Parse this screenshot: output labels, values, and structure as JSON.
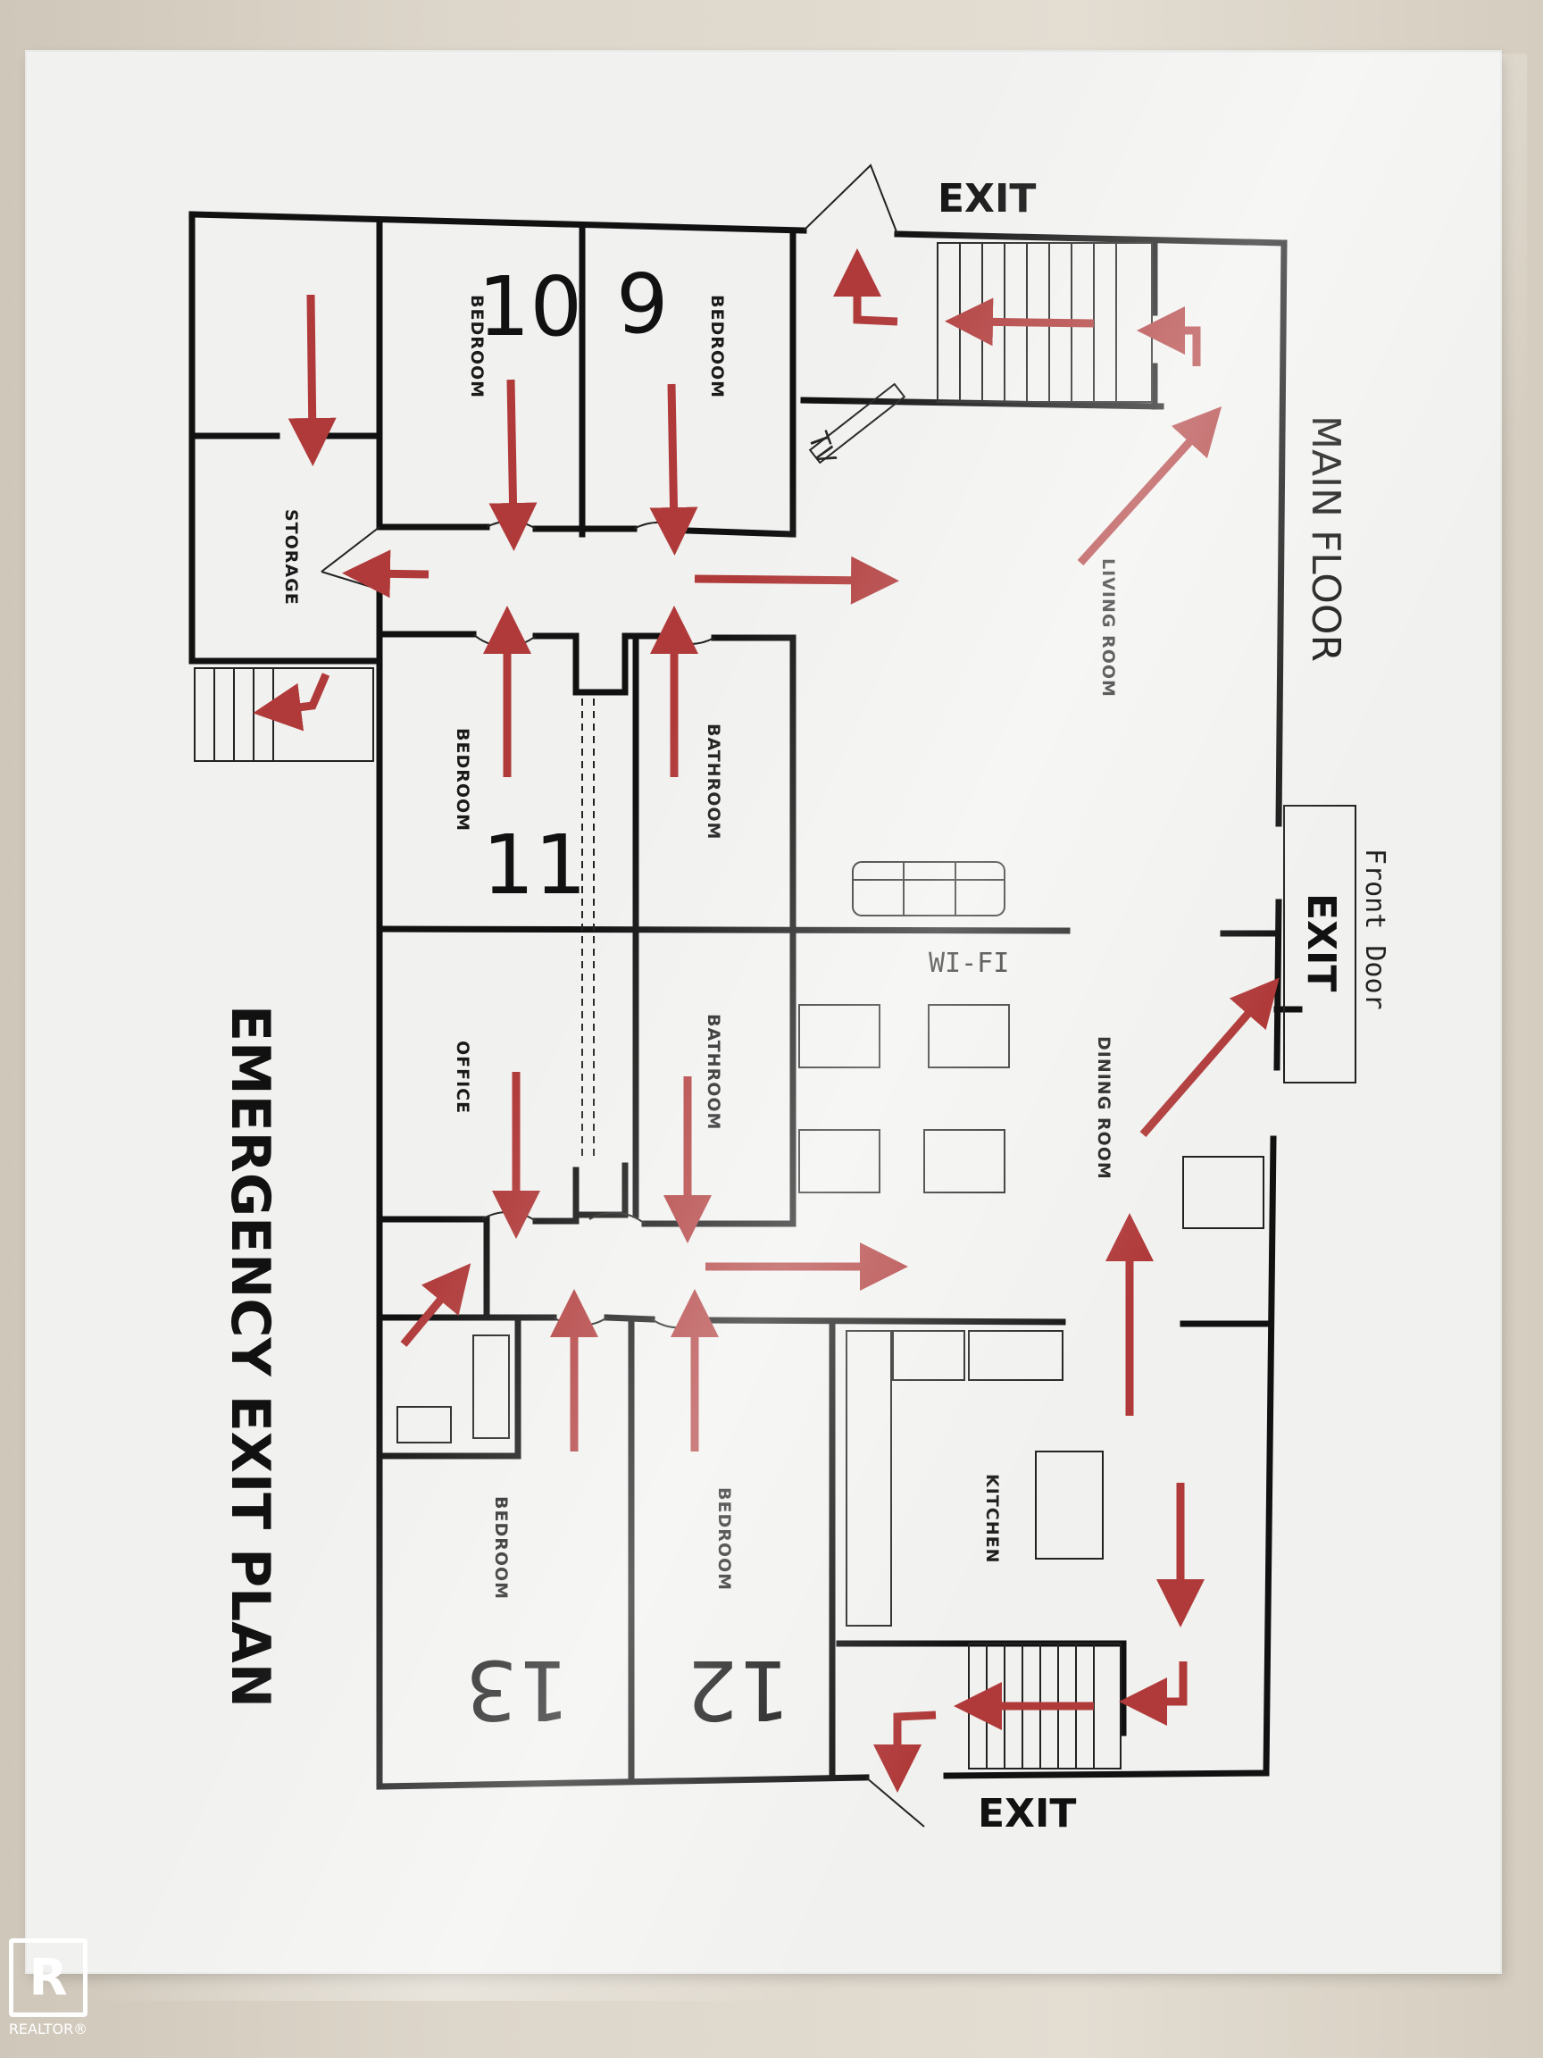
{
  "title": "EMERGENCY EXIT PLAN",
  "floor_label": "MAIN FLOOR",
  "exits": {
    "top": "EXIT",
    "side": "EXIT",
    "bottom": "EXIT"
  },
  "handwritten": {
    "front_door": "Front Door",
    "wifi": "WI-FI",
    "tv": "TV"
  },
  "rooms": {
    "bedroom_10": {
      "label": "BEDROOM",
      "number": "10"
    },
    "bedroom_9": {
      "label": "BEDROOM",
      "number": "9"
    },
    "storage": {
      "label": "STORAGE"
    },
    "bedroom_11": {
      "label": "BEDROOM",
      "number": "11"
    },
    "bathroom_1": {
      "label": "BATHROOM"
    },
    "office": {
      "label": "OFFICE"
    },
    "bathroom_2": {
      "label": "BATHROOM"
    },
    "bedroom_13": {
      "label": "BEDROOM",
      "number": "13"
    },
    "bedroom_12": {
      "label": "BEDROOM",
      "number": "12"
    },
    "living_room": {
      "label": "LIVING ROOM"
    },
    "dining_room": {
      "label": "DINING ROOM"
    },
    "kitchen": {
      "label": "KITCHEN"
    }
  },
  "colors": {
    "arrow": "#b03a3a",
    "wall": "#111111",
    "paper": "#f1f1ef"
  },
  "watermark": {
    "text": "REALTOR®",
    "icon": "realtor-logo-icon"
  }
}
